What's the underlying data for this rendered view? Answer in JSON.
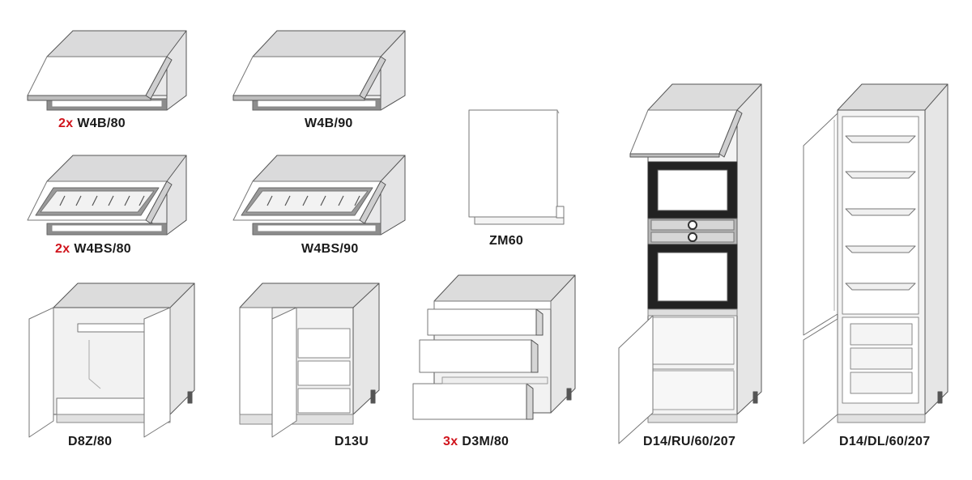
{
  "accent_color": "#d0141c",
  "items": [
    {
      "id": "w4b80",
      "qty": "2x",
      "code": "W4B/80",
      "icon": "wall-cabinet-lift-up-icon"
    },
    {
      "id": "w4b90",
      "qty": "",
      "code": "W4B/90",
      "icon": "wall-cabinet-lift-up-icon"
    },
    {
      "id": "w4bs80",
      "qty": "2x",
      "code": "W4BS/80",
      "icon": "glass-wall-cabinet-icon"
    },
    {
      "id": "w4bs90",
      "qty": "",
      "code": "W4BS/90",
      "icon": "glass-wall-cabinet-icon"
    },
    {
      "id": "zm60",
      "qty": "",
      "code": "ZM60",
      "icon": "dishwasher-front-panel-icon"
    },
    {
      "id": "d8z80",
      "qty": "",
      "code": "D8Z/80",
      "icon": "sink-base-cabinet-icon"
    },
    {
      "id": "d13u",
      "qty": "",
      "code": "D13U",
      "icon": "corner-base-cabinet-icon"
    },
    {
      "id": "d3m80",
      "qty": "3x",
      "code": "D3M/80",
      "icon": "drawer-base-cabinet-icon"
    },
    {
      "id": "d14ru",
      "qty": "",
      "code": "D14/RU/60/207",
      "icon": "oven-tall-cabinet-icon"
    },
    {
      "id": "d14dl",
      "qty": "",
      "code": "D14/DL/60/207",
      "icon": "fridge-tall-cabinet-icon"
    }
  ]
}
